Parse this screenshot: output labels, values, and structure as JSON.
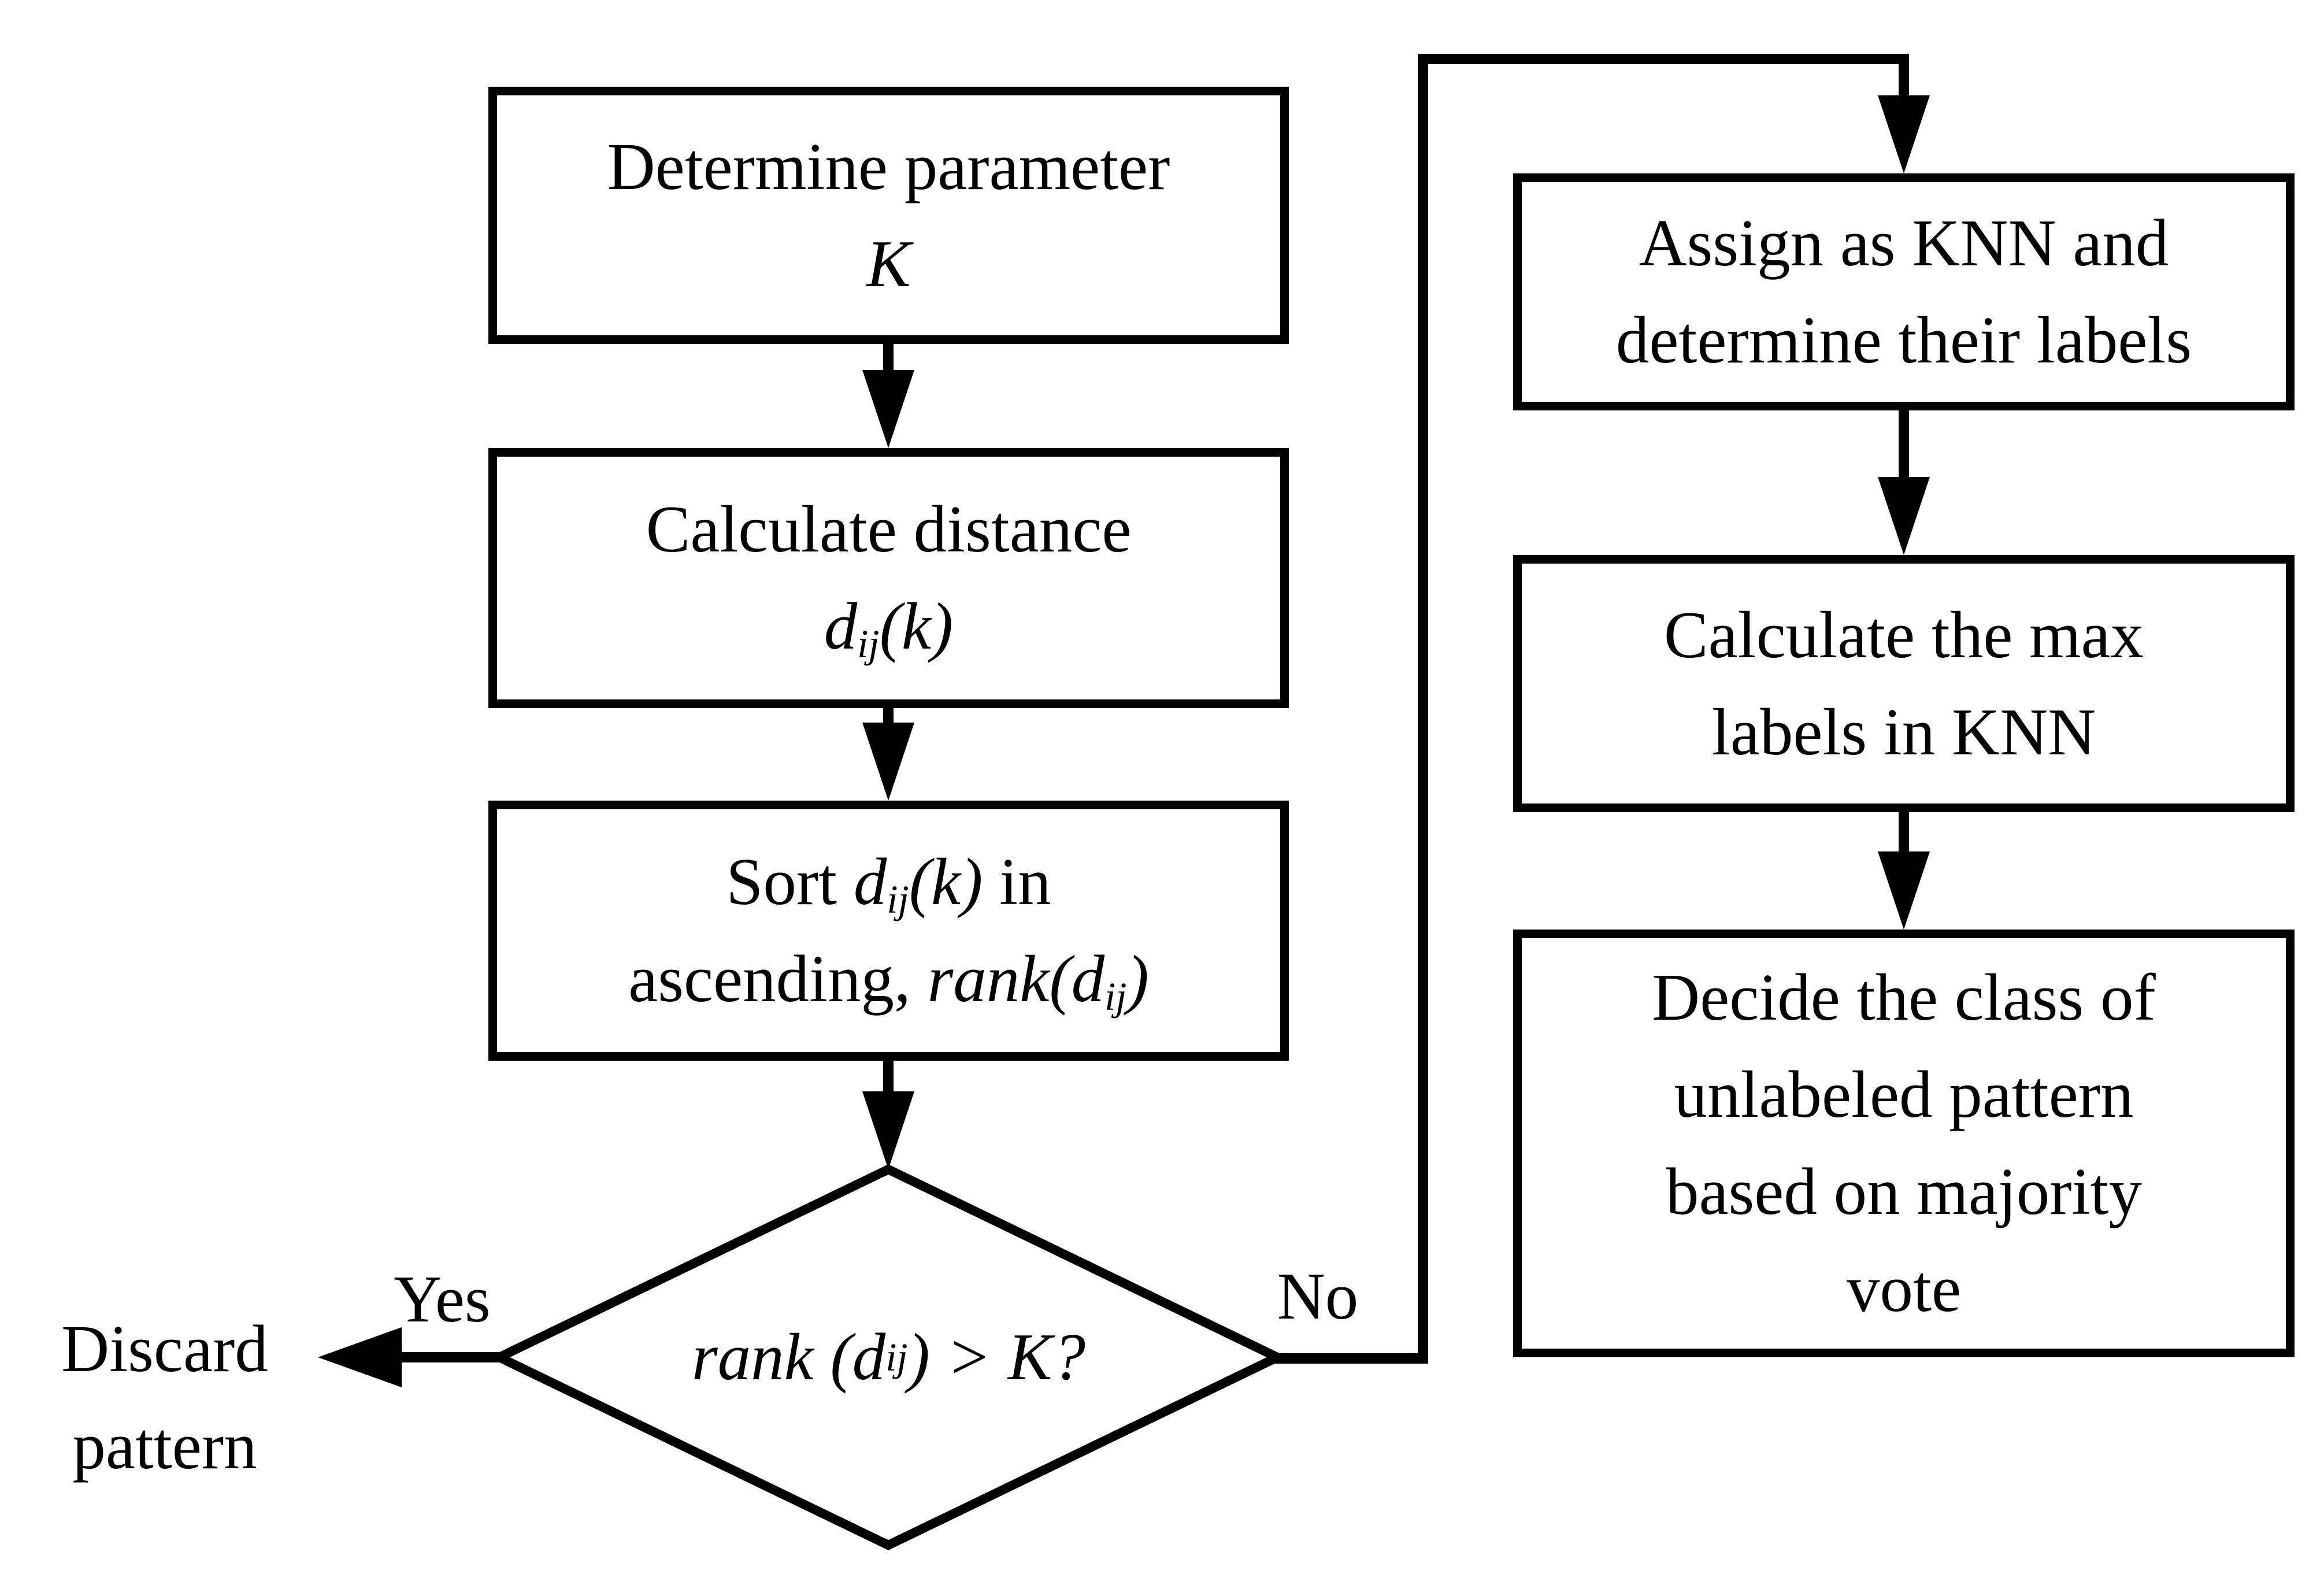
{
  "colors": {
    "ink": "#000000",
    "paper": "#ffffff"
  },
  "nodes": {
    "determine": {
      "line1": "Determine parameter",
      "k": "K"
    },
    "calc_distance": {
      "line1": "Calculate distance",
      "d": "d",
      "sub": "ij",
      "paren": "(k)"
    },
    "sort": {
      "sort": "Sort ",
      "d": "d",
      "sub1": "ij",
      "paren": "(k)",
      "in": " in",
      "ascending": "ascending, ",
      "rank": "rank(d",
      "sub2": "ij",
      "close": ")"
    },
    "decision": {
      "pre": "rank (d",
      "sub": "ij",
      "post": ") > K?"
    },
    "assign": {
      "line1": "Assign as KNN and",
      "line2": "determine their labels"
    },
    "calc_max": {
      "line1": "Calculate the max",
      "line2": "labels in KNN"
    },
    "decide": {
      "line1": "Decide the class of",
      "line2": "unlabeled pattern",
      "line3": "based on majority",
      "line4": "vote"
    }
  },
  "labels": {
    "yes": "Yes",
    "no": "No",
    "discard_line1": "Discard",
    "discard_line2": "pattern"
  }
}
